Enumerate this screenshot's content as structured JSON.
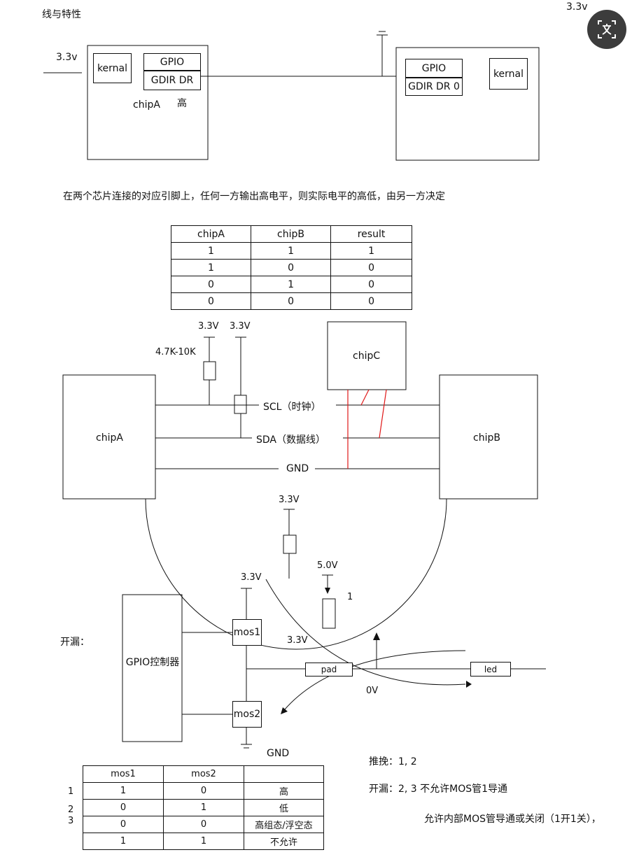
{
  "header": {
    "title": "线与特性",
    "corner_voltage": "3.3v"
  },
  "fig1": {
    "supply": "3.3v",
    "chip_a": {
      "kernel": "kernal",
      "gpio": "GPIO",
      "gdir": "GDIR DR",
      "name": "chipA",
      "level": "高"
    },
    "chip_b": {
      "gpio": "GPIO",
      "gdir": "GDIR DR 0",
      "kernel": "kernal"
    }
  },
  "statement": "在两个芯片连接的对应引脚上，任何一方输出高电平，则实际电平的高低，由另一方决定",
  "truth_table": {
    "headers": [
      "chipA",
      "chipB",
      "result"
    ],
    "rows": [
      [
        "1",
        "1",
        "1"
      ],
      [
        "1",
        "0",
        "0"
      ],
      [
        "0",
        "1",
        "0"
      ],
      [
        "0",
        "0",
        "0"
      ]
    ]
  },
  "i2c": {
    "vcc1": "3.3V",
    "vcc2": "3.3V",
    "resistor": "4.7K-10K",
    "chip_c": "chipC",
    "chip_a": "chipA",
    "chip_b": "chipB",
    "scl": "SCL（时钟）",
    "sda": "SDA（数据线）",
    "gnd": "GND"
  },
  "lower": {
    "vcc_top": "3.3V",
    "vcc_5": "5.0V",
    "resistor_num": "1",
    "vcc_left": "3.3V",
    "vcc_mid": "3.3V",
    "open_drain_label": "开漏：",
    "controller": "GPIO控制器",
    "mos1": "mos1",
    "mos2": "mos2",
    "pad": "pad",
    "led": "led",
    "zero_v": "0V",
    "gnd": "GND"
  },
  "mos_table": {
    "headers": [
      "mos1",
      "mos2",
      ""
    ],
    "rows": [
      [
        "1",
        "0",
        "高"
      ],
      [
        "0",
        "1",
        "低"
      ],
      [
        "0",
        "0",
        "高组态/浮空态"
      ],
      [
        "1",
        "1",
        "不允许"
      ]
    ]
  },
  "row_markers": [
    "1",
    "2",
    "3"
  ],
  "notes": {
    "push_pull": "推挽：1, 2",
    "open_drain": "开漏：2, 3 不允许MOS管1导通",
    "allow": "允许内部MOS管导通或关闭（1开1关），"
  },
  "colors": {
    "ink": "#111111",
    "red_wire": "#e01818",
    "button_bg": "#3c3c3c"
  },
  "icons": [
    "translate-icon"
  ]
}
